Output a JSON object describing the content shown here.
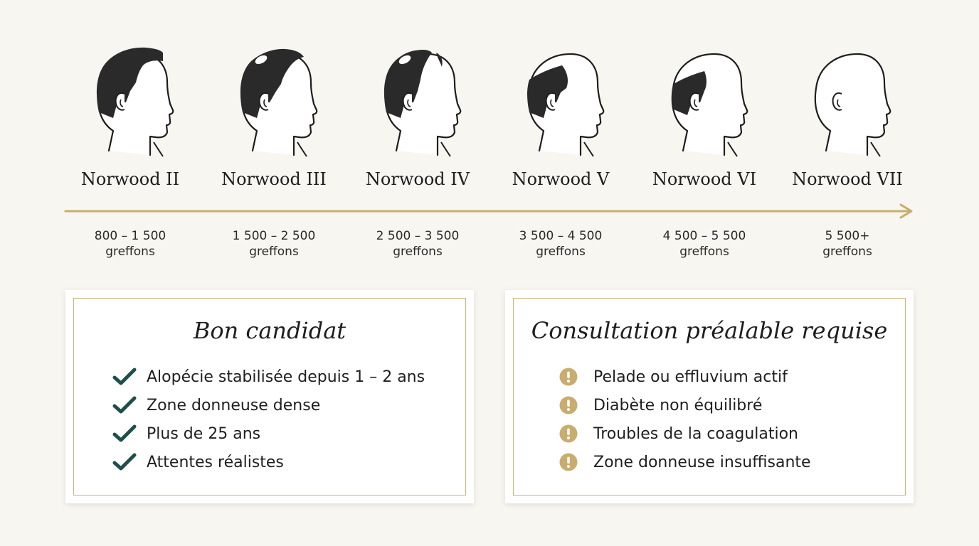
{
  "colors": {
    "background": "#f8f6f0",
    "accent_gold": "#c8ad6e",
    "check_green": "#1d4f4c",
    "hair": "#2a2a2a"
  },
  "stages": [
    {
      "label": "Norwood II",
      "grafts_range": "800 – 1 500",
      "grafts_unit": "greffons"
    },
    {
      "label": "Norwood III",
      "grafts_range": "1 500 – 2 500",
      "grafts_unit": "greffons"
    },
    {
      "label": "Norwood IV",
      "grafts_range": "2 500 – 3 500",
      "grafts_unit": "greffons"
    },
    {
      "label": "Norwood V",
      "grafts_range": "3 500 – 4 500",
      "grafts_unit": "greffons"
    },
    {
      "label": "Norwood VI",
      "grafts_range": "4 500 – 5 500",
      "grafts_unit": "greffons"
    },
    {
      "label": "Norwood VII",
      "grafts_range": "5 500+",
      "grafts_unit": "greffons"
    }
  ],
  "good_candidate": {
    "title": "Bon candidat",
    "icon": "check-icon",
    "items": [
      "Alopécie stabilisée depuis 1 – 2 ans",
      "Zone donneuse dense",
      "Plus de 25 ans",
      "Attentes réalistes"
    ]
  },
  "consultation": {
    "title": "Consultation préalable requise",
    "icon": "warning-icon",
    "items": [
      "Pelade ou effluvium actif",
      "Diabète non équilibré",
      "Troubles de la coagulation",
      "Zone donneuse insuffisante"
    ]
  }
}
